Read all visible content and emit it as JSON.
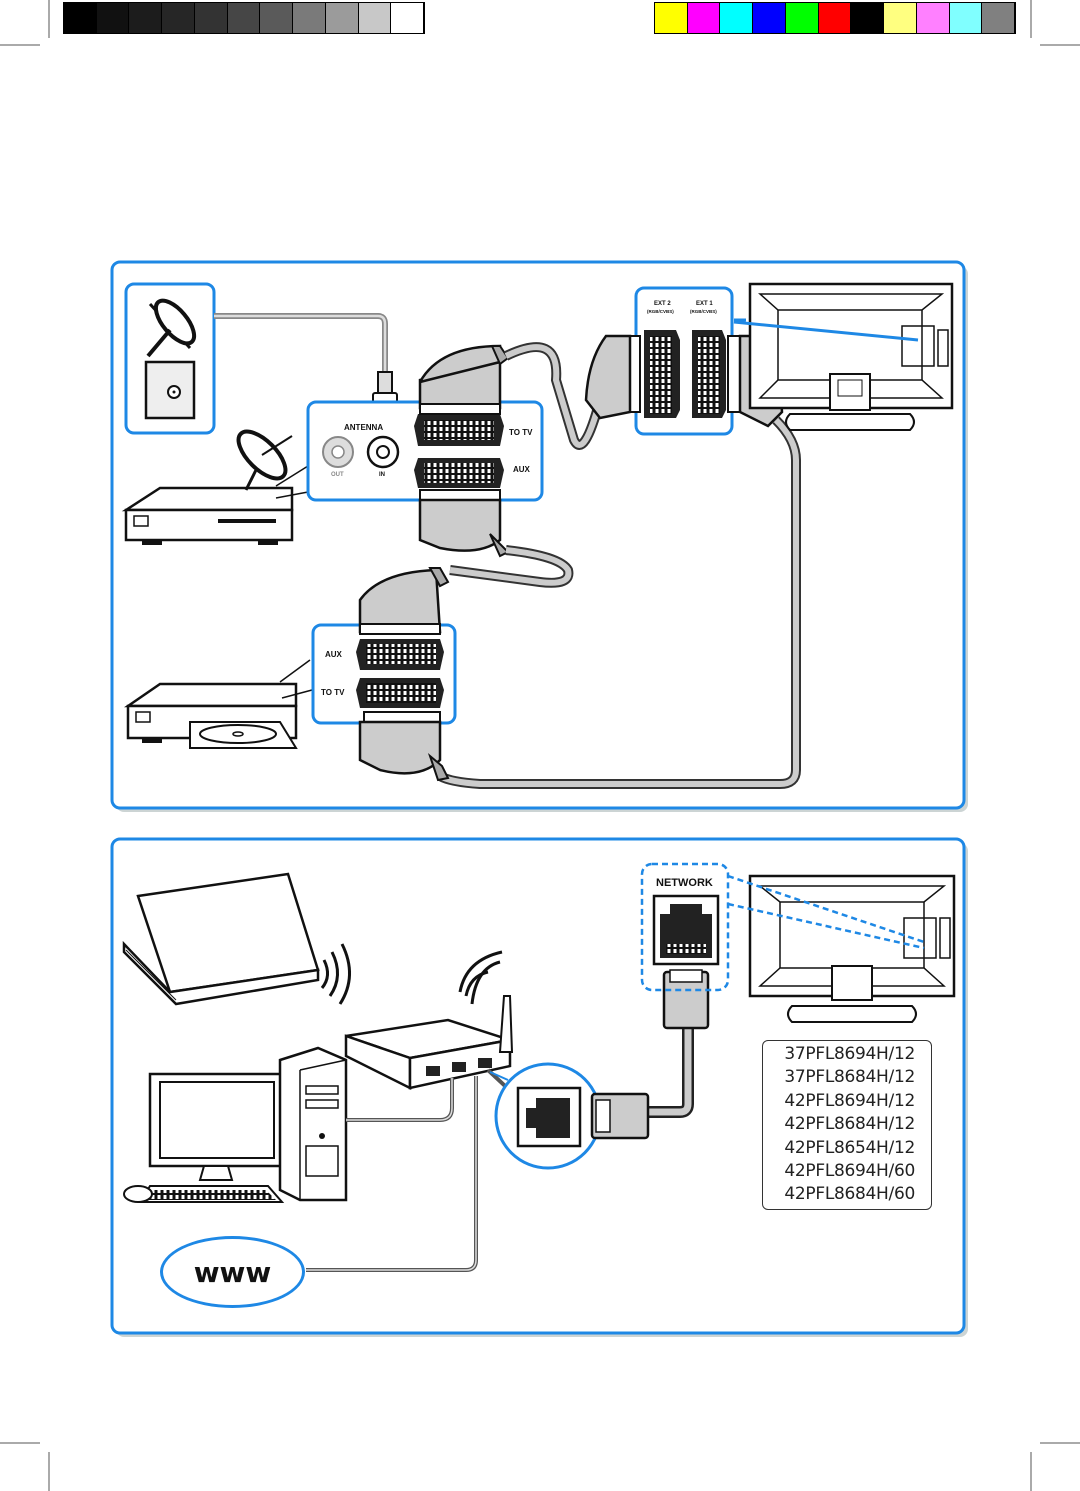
{
  "colors": {
    "accent": "#1e88e5",
    "grayscale_bar": [
      "#000000",
      "#111111",
      "#1c1c1c",
      "#262626",
      "#333333",
      "#464646",
      "#5a5a5a",
      "#7a7a7a",
      "#9b9b9b",
      "#c8c8c8",
      "#ffffff"
    ],
    "color_bar": [
      "#ffff00",
      "#ff00ff",
      "#00ffff",
      "#0000ff",
      "#00ff00",
      "#ff0000",
      "#000000",
      "#ffff80",
      "#ff80ff",
      "#80ffff",
      "#808080"
    ]
  },
  "scart_panel": {
    "antenna_label": "ANTENNA",
    "out_label": "OUT",
    "in_label": "IN",
    "to_tv_label": "TO TV",
    "aux_label": "AUX"
  },
  "recorder_panel": {
    "aux_label": "AUX",
    "to_tv_label": "TO TV"
  },
  "tv_panel": {
    "ext2_label": "EXT 2",
    "ext2_sub": "(RGB/CVBS)",
    "ext1_label": "EXT 1",
    "ext1_sub": "(RGB/CVBS)"
  },
  "network": {
    "network_label": "NETWORK",
    "www_label": "www"
  },
  "models": [
    "37PFL8694H/12",
    "37PFL8684H/12",
    "42PFL8694H/12",
    "42PFL8684H/12",
    "42PFL8654H/12",
    "42PFL8694H/60",
    "42PFL8684H/60"
  ]
}
